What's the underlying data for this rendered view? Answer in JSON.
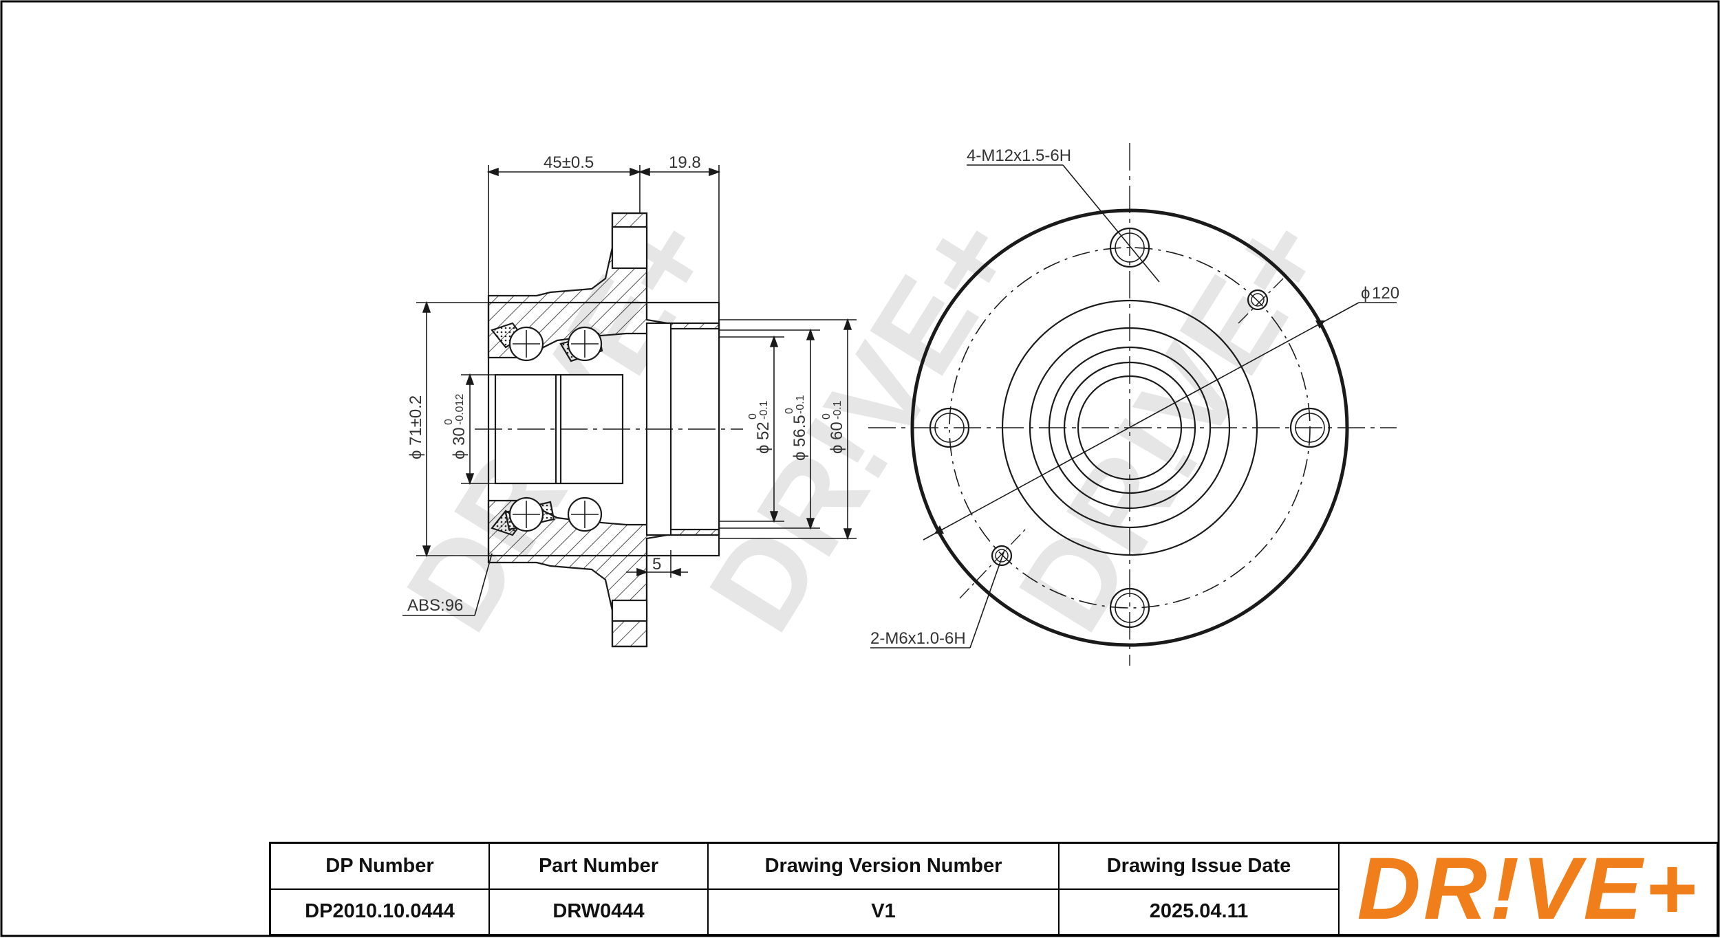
{
  "drawing": {
    "dimensions": {
      "width_flange_bearing": "45±0.5",
      "flange_offset": "19.8",
      "outer_bearing_dia": "71±0.2",
      "bore_dia_main": "30",
      "bore_dia_tol_upper": "0",
      "bore_dia_tol_lower": "-0.012",
      "pilot_dia_1_main": "52",
      "pilot_dia_1_tol_upper": "0",
      "pilot_dia_1_tol_lower": "-0.1",
      "pilot_dia_2_main": "56.5",
      "pilot_dia_2_tol_upper": "0",
      "pilot_dia_2_tol_lower": "-0.1",
      "pilot_dia_3_main": "60",
      "pilot_dia_3_tol_upper": "0",
      "pilot_dia_3_tol_lower": "-0.1",
      "small_step": "5",
      "abs_ring": "ABS:96",
      "bolt_holes": "4-M12x1.5-6H",
      "pitch_circle": "120",
      "small_holes": "2-M6x1.0-6H"
    },
    "symbols": {
      "diameter": "ϕ"
    },
    "watermark": "DR!VE+"
  },
  "title_block": {
    "dp_number_label": "DP Number",
    "dp_number_value": "DP2010.10.0444",
    "part_number_label": "Part Number",
    "part_number_value": "DRW0444",
    "version_label": "Drawing Version Number",
    "version_value": "V1",
    "issue_date_label": "Drawing Issue Date",
    "issue_date_value": "2025.04.11",
    "logo_text": "DR!VE+"
  },
  "colors": {
    "brand_orange": "#f07f1b",
    "line": "#1a1a1a",
    "watermark": "#e6e6e6"
  }
}
